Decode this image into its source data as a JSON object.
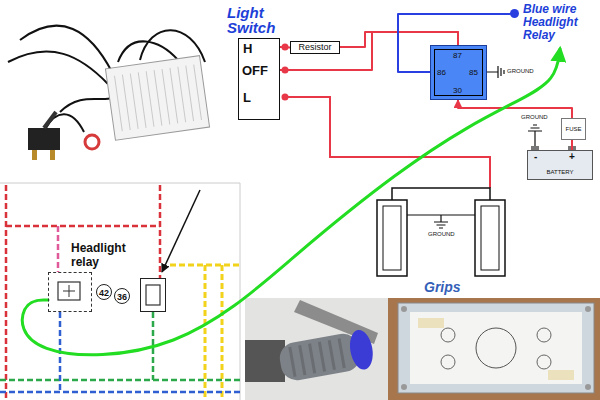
{
  "diagram": {
    "nodes": [
      {
        "text": [
          "Light Switch",
          "H",
          "OFF",
          "L"
        ]
      },
      {
        "text": [
          "Resistor"
        ]
      },
      {
        "text": [
          "87",
          "86",
          "85",
          "30"
        ]
      },
      {
        "text": [
          "Blue wire Headlight Relay"
        ]
      },
      {
        "text": [
          "FUSE"
        ]
      },
      {
        "text": [
          "-",
          "+",
          "BATTERY"
        ]
      },
      {
        "text": [
          "Headlight relay",
          "42"
        ]
      },
      {
        "text": [
          "36"
        ]
      }
    ],
    "edges": [
      {
        "from": 0,
        "to": 1,
        "arrow": "none"
      },
      {
        "from": 1,
        "to": 2,
        "arrow": "none"
      },
      {
        "from": 0,
        "to": 2,
        "arrow": "none"
      },
      {
        "from": 4,
        "to": 2,
        "arrow": "to"
      },
      {
        "from": 5,
        "to": 4,
        "arrow": "none"
      },
      {
        "from": 2,
        "to": 3,
        "arrow": "none"
      },
      {
        "from": 6,
        "to": 3,
        "arrow": "to"
      }
    ],
    "labels": [
      "GROUND",
      "GROUND",
      "GROUND",
      "Grips"
    ]
  }
}
